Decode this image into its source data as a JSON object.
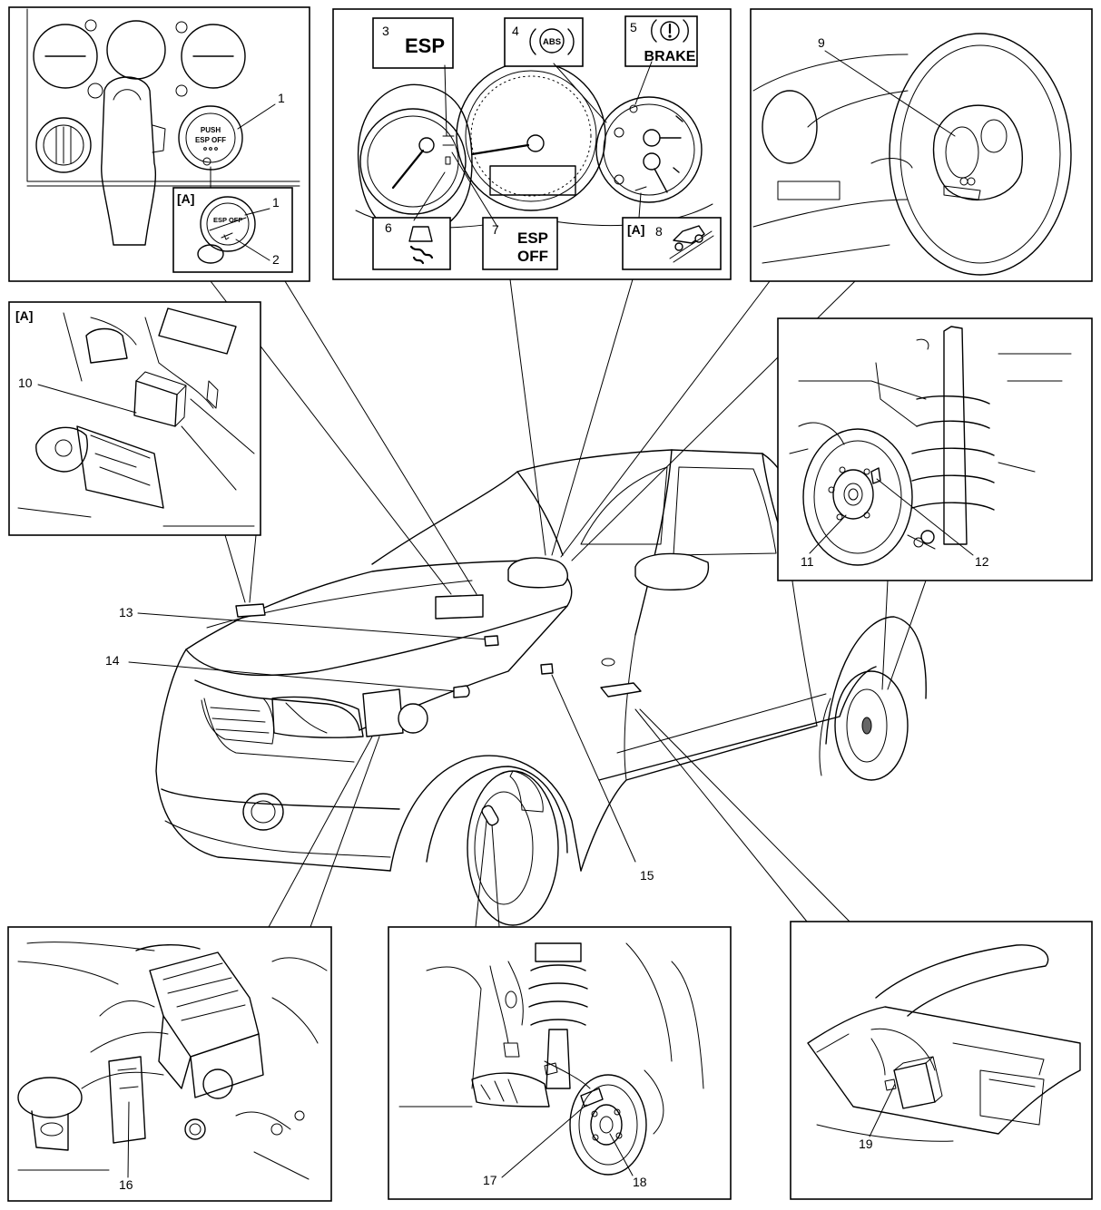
{
  "panels": {
    "esp_switch": {
      "callouts": [
        "1",
        "1",
        "2"
      ],
      "view_tag": "[A]",
      "button_text": [
        "PUSH",
        "ESP OFF"
      ],
      "detail_text": "ESP OFF"
    },
    "meter": {
      "callouts": [
        "3",
        "4",
        "5",
        "6",
        "7",
        "8"
      ],
      "view_tag": "[A]",
      "symbols": {
        "esp": "ESP",
        "abs": "ABS",
        "brake": "BRAKE",
        "esp_off_1": "ESP",
        "esp_off_2": "OFF"
      }
    },
    "steering": {
      "callouts": [
        "9"
      ]
    },
    "relay": {
      "callouts": [
        "10"
      ],
      "view_tag": "[A]"
    },
    "rear_brake": {
      "callouts": [
        "11",
        "12"
      ]
    },
    "engine_bay": {
      "callouts": [
        "16"
      ]
    },
    "front_brake": {
      "callouts": [
        "17",
        "18"
      ]
    },
    "floor_unit": {
      "callouts": [
        "19"
      ]
    }
  },
  "vehicle": {
    "callouts": [
      "13",
      "14",
      "15"
    ]
  }
}
